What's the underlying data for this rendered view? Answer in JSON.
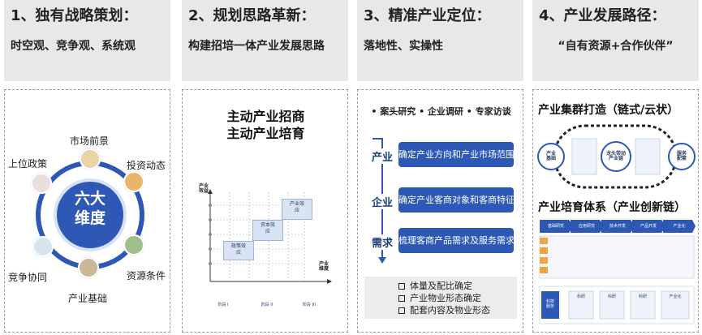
{
  "columns": [
    {
      "title": "1、独有战略策划：",
      "subtitle": "时空观、竞争观、系统观",
      "center_text": "六大\n维度",
      "center_line1": "六大",
      "center_line2": "维度",
      "dimensions": [
        "市场前景",
        "投资动态",
        "资源条件",
        "产业基础",
        "竞争协同",
        "上位政策"
      ]
    },
    {
      "title": "2、规划思路革新：",
      "subtitle": "构建招培一体产业发展思路",
      "panel_title_1": "主动产业招商",
      "panel_title_2": "主动产业培育",
      "y_axis_label": "产业\n效益",
      "x_axis_label": "产业\n维度",
      "steps": [
        "政策效\n应",
        "资本效\n应",
        "产业效\n应"
      ],
      "phases": [
        "阶段 I",
        "阶段 II",
        "阶段 III"
      ]
    },
    {
      "title": "3、精准产业定位：",
      "subtitle": "落地性、实操性",
      "methods": "• 案头研究  • 企业调研  • 专家访谈",
      "rows": [
        {
          "tag": "产业",
          "text": "确定产业方向和产业市场范围"
        },
        {
          "tag": "企业",
          "text": "确定产业客商对象和客商特征"
        },
        {
          "tag": "需求",
          "text": "梳理客商产品需求及服务需求"
        }
      ],
      "checklist": [
        "体量及配比确定",
        "产业物业形态确定",
        "配套内容及物业形态"
      ]
    },
    {
      "title": "4、产业发展路径：",
      "subtitle": "“自有资源+合作伙伴”",
      "section1": "产业集群打造（链式/云状）",
      "section2": "产业培育体系（产业创新链）",
      "cluster_center": "龙头带动\n产业链",
      "cluster_left": "产业\n基础",
      "cluster_right": "服务\n配套",
      "chain_steps": [
        "基础研究",
        "应用研究",
        "技术开发",
        "产品开发",
        "产业化"
      ],
      "chain_bottom": [
        "科技\n服务",
        "科研",
        "科研",
        "科研",
        "产业化"
      ]
    }
  ],
  "colors": {
    "accent": "#2d58b5",
    "header_bg": "#e8e8e8"
  }
}
